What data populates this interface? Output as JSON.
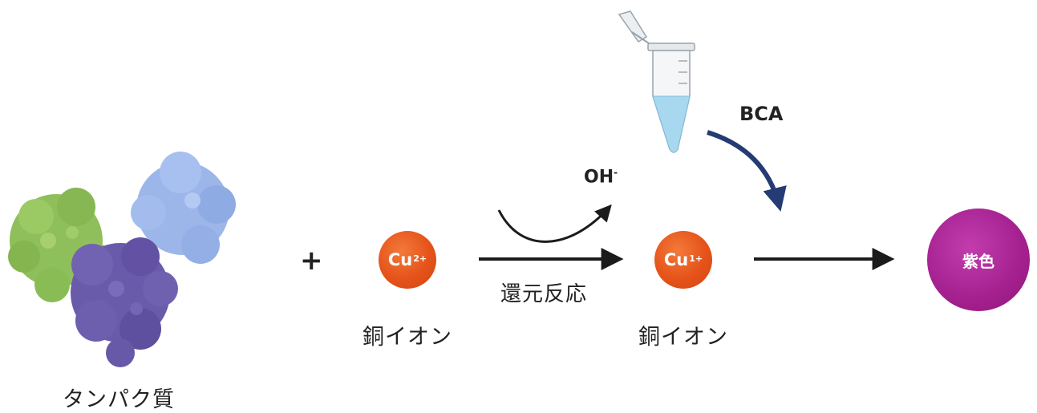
{
  "labels": {
    "protein": "タンパク質",
    "plus": "+",
    "copper_ion_left": "銅イオン",
    "copper_ion_right": "銅イオン",
    "reduction": "還元反応",
    "hydroxide_base": "OH",
    "hydroxide_charge": "-",
    "bca": "BCA"
  },
  "ions": {
    "cu2": {
      "symbol": "Cu",
      "charge": "2+"
    },
    "cu1": {
      "symbol": "Cu",
      "charge": "1+"
    },
    "product": "紫色"
  },
  "colors": {
    "copper": "#e5531a",
    "product": "#a4208f",
    "arrow": "#1b1b1b",
    "bca_arrow": "#243c73",
    "protein_green": "#8fbf5a",
    "protein_blue": "#9cb6ea",
    "protein_purple": "#6a5aaa",
    "tube_liquid": "#a8d8ef"
  }
}
